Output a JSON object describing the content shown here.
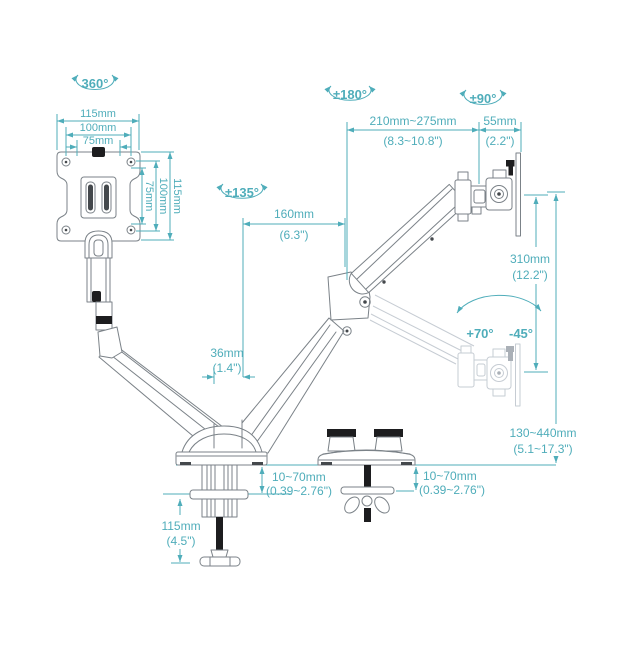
{
  "colors": {
    "accent": "#4fadba",
    "line": "#7b8288",
    "ghost": "#c6ccd3",
    "black": "#1d1d1f"
  },
  "annotations": {
    "vesa_rotation": "360°",
    "swivel": "±180°",
    "head_pivot": "±90°",
    "arm_rotation": "±135°",
    "tilt_up": "+70°",
    "tilt_down": "-45°",
    "vesa_width_outer": "115mm",
    "vesa_width_mid": "100mm",
    "vesa_width_inner": "75mm",
    "vesa_height_outer": "115mm",
    "vesa_height_mid": "100mm",
    "vesa_height_inner": "75mm",
    "extension": {
      "mm": "210mm~275mm",
      "in": "(8.3~10.8\")"
    },
    "head_depth": {
      "mm": "55mm",
      "in": "(2.2\")"
    },
    "rear_arm": {
      "mm": "160mm",
      "in": "(6.3\")"
    },
    "vertical_range": {
      "mm": "310mm",
      "in": "(12.2\")"
    },
    "pole_width": {
      "mm": "36mm",
      "in": "(1.4\")"
    },
    "height_range": {
      "mm": "130~440mm",
      "in": "(5.1~17.3\")"
    },
    "clamp_thickness": {
      "mm": "10~70mm",
      "in": "(0.39~2.76\")"
    },
    "grommet_thickness": {
      "mm": "10~70mm",
      "in": "(0.39~2.76\")"
    },
    "clamp_height": {
      "mm": "115mm",
      "in": "(4.5\")"
    }
  }
}
